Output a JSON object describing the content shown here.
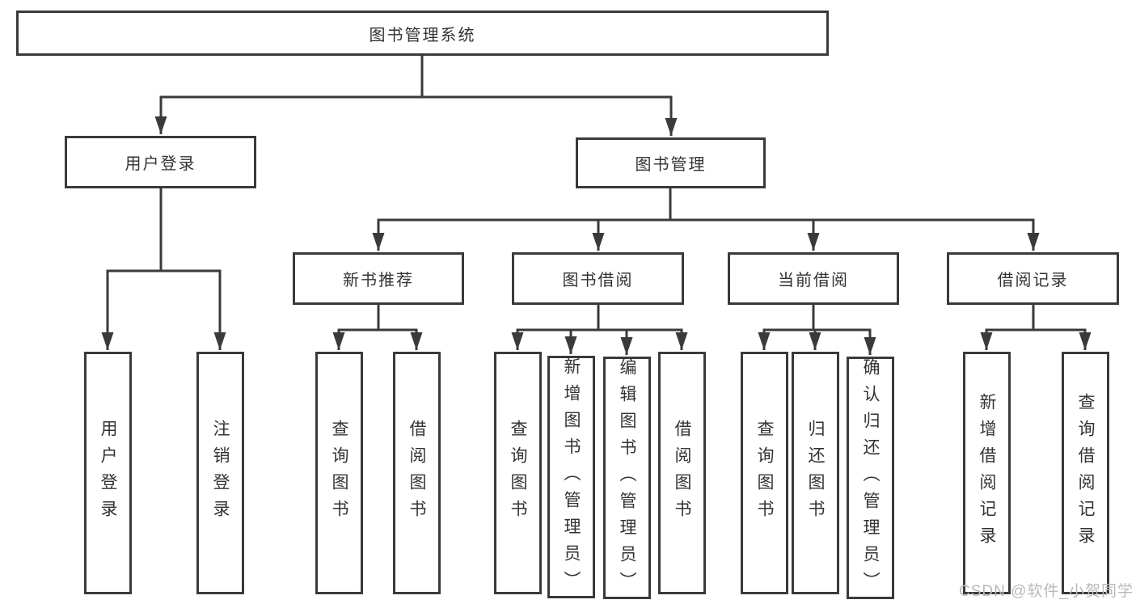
{
  "nodes": {
    "root": "图书管理系统",
    "user": {
      "label": "用户登录",
      "children": [
        "用户登录",
        "注销登录"
      ]
    },
    "mgmt": {
      "label": "图书管理",
      "groups": [
        {
          "label": "新书推荐",
          "children": [
            "查询图书",
            "借阅图书"
          ]
        },
        {
          "label": "图书借阅",
          "children": [
            "查询图书",
            "新增图书（管理员）",
            "编辑图书（管理员）",
            "借阅图书"
          ]
        },
        {
          "label": "当前借阅",
          "children": [
            "查询图书",
            "归还图书",
            "确认归还（管理员）"
          ]
        },
        {
          "label": "借阅记录",
          "children": [
            "新增借阅记录",
            "查询借阅记录"
          ]
        }
      ]
    }
  },
  "watermark": "CSDN @软件_小贺同学",
  "colors": {
    "line": "#3a3a3a",
    "text": "#333333",
    "watermark": "#b9b9b9",
    "background": "#ffffff"
  }
}
